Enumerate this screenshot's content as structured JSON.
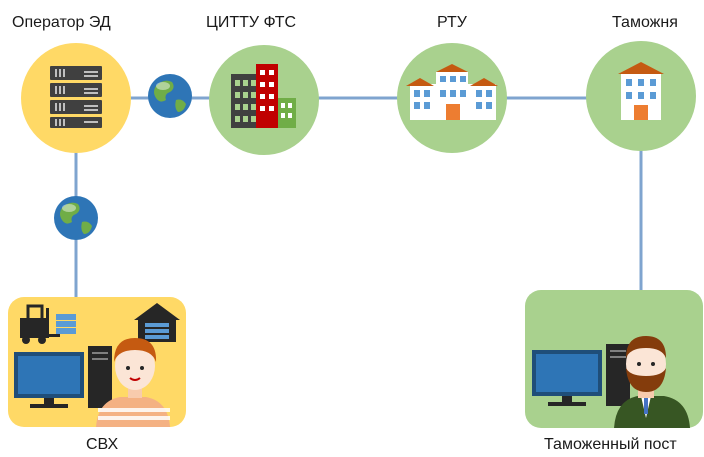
{
  "nodes": {
    "operator": {
      "label": "Оператор ЭД"
    },
    "cittu": {
      "label": "ЦИТТУ ФТС"
    },
    "rtu": {
      "label": "РТУ"
    },
    "customs": {
      "label": "Таможня"
    },
    "svh": {
      "label": "СВХ"
    },
    "post": {
      "label": "Таможенный пост"
    }
  },
  "colors": {
    "line": "#7fa4cf",
    "node_green": "#a9d18e",
    "node_yellow": "#ffd966",
    "server": "#404040",
    "building_roof": "#c55a11",
    "building_wall": "#ffffff",
    "building_window": "#5b9bd5",
    "globe": "#2e75b6",
    "monitor": "#1f4e79"
  },
  "icons": [
    "server-icon",
    "globe-icon",
    "city-buildings-icon",
    "building-icon",
    "forklift-icon",
    "warehouse-icon",
    "computer-icon",
    "person-icon",
    "officer-icon"
  ]
}
